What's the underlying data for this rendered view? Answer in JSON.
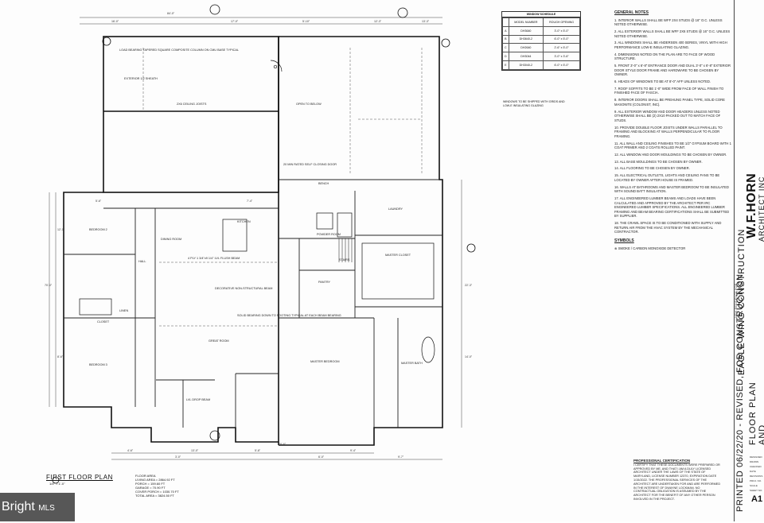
{
  "plan": {
    "title": "FIRST FLOOR PLAN",
    "scale": "1/4\" = 1'-0\"",
    "rooms": [
      {
        "id": "bedroom2",
        "label": "BEDROOM 2"
      },
      {
        "id": "bedroom3",
        "label": "BEDROOM 3"
      },
      {
        "id": "dining",
        "label": "DINING ROOM"
      },
      {
        "id": "kitchen",
        "label": "KITCHEN"
      },
      {
        "id": "great",
        "label": "GREAT ROOM"
      },
      {
        "id": "master_bed",
        "label": "MASTER BEDROOM"
      },
      {
        "id": "master_closet",
        "label": "MASTER CLOSET"
      },
      {
        "id": "master_bath",
        "label": "MASTER BATH"
      },
      {
        "id": "laundry",
        "label": "LAUNDRY"
      },
      {
        "id": "powder",
        "label": "POWDER ROOM"
      },
      {
        "id": "pantry",
        "label": "PANTRY"
      },
      {
        "id": "hall",
        "label": "HALL"
      },
      {
        "id": "closet",
        "label": "CLOSET"
      },
      {
        "id": "bench",
        "label": "BENCH"
      },
      {
        "id": "stairs",
        "label": "STAIRS"
      },
      {
        "id": "linen",
        "label": "LINEN"
      }
    ],
    "dimensions": [
      "84'-0\"",
      "16'-0\"",
      "17'-0\"",
      "5'-10\"",
      "12'-3\"",
      "13'-3\"",
      "5'-6\"",
      "7'-4\"",
      "14'-0\"",
      "22'-3\"",
      "70'-0\"",
      "12'-1\"",
      "8'-6\"",
      "20'-6\"",
      "4'-6\"",
      "13'-0\"",
      "5'-8\"",
      "6'-0\"",
      "9'-7\"",
      "9'-4\"",
      "3'-0\""
    ],
    "notes": [
      "2X6 CEILING JOISTS",
      "OPEN TO BELOW",
      "DECORATIVE NON-STRUCTURAL BEAM",
      "4 PLY 1 3/4\"x9 1/4\" LVL FLUSH BEAM",
      "LVL DROP BEAM",
      "LOAD BEARING TAPERED SQUARE COMPOSITE COLUMN ON CMU BASE TYPICAL",
      "EXTERIOR 1/2 SHEATH",
      "20 MIN RATED SELF CLOSING DOOR",
      "SOLID BEARING DOWN TO FOOTING TYPICAL AT EACH BEAM BEARING"
    ]
  },
  "window_schedule": {
    "title": "WINDOW SCHEDULE",
    "headers": [
      "MODEL NUMBER",
      "ROUGH OPENING"
    ],
    "rows": [
      {
        "mark": "A",
        "model": "DH3640",
        "opening": "3'-0\" x 5'-0\""
      },
      {
        "mark": "B",
        "model": "DH3640-2",
        "opening": "6'-0\" x 5'-0\""
      },
      {
        "mark": "C",
        "model": "DH2640",
        "opening": "2'-6\" x 5'-0\""
      },
      {
        "mark": "D",
        "model": "DH3044",
        "opening": "3'-0\" x 3'-6\""
      },
      {
        "mark": "E",
        "model": "DH3040-2",
        "opening": "6'-0\" x 5'-0\""
      }
    ],
    "footnote": "WINDOWS TO BE SHIPPED WITH GRIDS AND LOW-E INSULATING GLAZING"
  },
  "general_notes": {
    "title": "GENERAL NOTES",
    "items": [
      "1. INTERIOR WALLS SHALL BE WFF 2X4 STUDS @ 16\" O.C. UNLESS NOTED OTHERWISE.",
      "2. ALL EXTERIOR WALLS SHALL BE WFF 2X6 STUDS @ 16\" O.C. UNLESS NOTED OTHERWISE.",
      "3. ALL WINDOWS SHALL BE ANDERSEN 400 SERIES, VINYL WITH HIGH PERFORMANCE LOW-E INSULATING GLAZING.",
      "4. DIMENSIONS NOTED ON THE PLAN ARE TO FACE OF WOOD STRUCTURE.",
      "5. FRONT 3'-0\" x 6'-8\" ENTRANCE DOOR AND DUAL 3'-0\" x 6'-8\" EXTERIOR DOOR STYLE DOOR FRAME AND HARDWARE TO BE CHOSEN BY OWNER.",
      "6. HEADS OF WINDOWS TO BE AT 8'-0\" AFF UNLESS NOTED.",
      "7. ROOF SOFFITS TO BE 1'-0\" WIDE FROM FACE OF WALL FINISH TO FINISHED FACE OF FASCIA.",
      "8. INTERIOR DOORS SHALL BE PREHUNG PANEL TYPE, SOLID CORE MASONITE (COLONIST, INC).",
      "9. ALL EXTERIOR WINDOW AND DOOR HEADERS UNLESS NOTED OTHERWISE SHALL BE (2) 2X10 PACKED OUT TO MATCH FACE OF STUDS.",
      "10. PROVIDE DOUBLE FLOOR JOISTS UNDER WALLS PARALLEL TO FRAMING AND BLOCKING AT WALLS PERPENDICULAR TO FLOOR FRAMING.",
      "11. ALL WALL AND CEILING FINISHES TO BE 1/2\" GYPSUM BOARD WITH 1 COAT PRIMER AND 2 COATS ROLLED PAINT.",
      "12. ALL WINDOW AND DOOR MOULDINGS TO BE CHOSEN BY OWNER.",
      "13. ALL BASE MOULDINGS TO BE CHOSEN BY OWNER.",
      "14. ALL FLOORING TO BE CHOSEN BY OWNER.",
      "15. ALL ELECTRICAL OUTLETS, LIGHTS AND CEILING FANS TO BE LOCATED BY OWNER AFTER HOUSE IS FRAMED.",
      "16. WALLS AT BATHROOMS AND MASTER BEDROOM TO BE INSULATED WITH SOUND BATT INSULATION.",
      "17. ALL ENGINEERED LUMBER BEAMS AND LOADS HAVE BEEN CALCULATED AND APPROVED BY THE ARCHITECT PER IRC ENGINEERED LUMBER SPECIFICATIONS. ALL ENGINEERED LUMBER FRAMING AND BEAM BEARING CERTIFICATIONS SHALL BE SUBMITTED BY SUPPLIER.",
      "18. THE CRAWL SPACE IS TO BE CONDITIONED WITH SUPPLY AND RETURN AIR FROM THE HVAC SYSTEM BY THE MECHANICAL CONTRACTOR."
    ],
    "symbols_title": "SYMBOLS",
    "symbols": [
      "SMOKE / CARBON MONOXIDE DETECTOR"
    ]
  },
  "certification": {
    "title": "PROFESSIONAL CERTIFICATION",
    "text": "I CERTIFY THAT THESE DOCUMENTS WERE PREPARED OR APPROVED BY ME, AND THAT I AM A DULY LICENSED ARCHITECT UNDER THE LAWS OF THE STATE OF MARYLAND, LICENSE NUMBER 12370, EXPIRATION DATE 1/15/2022. THE PROFESSIONAL SERVICES OF THE ARCHITECT ARE UNDERTAKEN FOR AND ARE PERFORMED IN THE INTEREST OF DWAYNE LOCKMAN. NO CONTRACTUAL OBLIGATION IS ASSUMED BY THE ARCHITECT FOR THE BENEFIT OF ANY OTHER PERSON INVOLVED IN THE PROJECT."
  },
  "area": {
    "title": "FLOOR AREA",
    "lines": [
      "LIVING AREA = 2864.92 FT",
      "PORCH = 159.60 FT",
      "GARAGE = 70.90 FT",
      "COVER PORCH = 1030.70 FT",
      "TOTAL AREA = 3824.50 FT"
    ]
  },
  "title_block": {
    "firm": "W.F.HORN",
    "firm_sub": "ARCHITECT INC",
    "project": "EAGLE WING CONSTRUCTION",
    "project_sub": "NEW RESIDENCE FOR",
    "printed": "PRINTED 06/22/20 - REVISED, FOR CONSTRUCTION",
    "sheet_title_1": "FLOOR PLAN",
    "sheet_title_2": "AND",
    "fields": [
      "DESIGNED",
      "DRAWN",
      "CHECKED",
      "DATE",
      "REVISIONS",
      "PROJ. NO.",
      "SCALE",
      "SHEET NO."
    ],
    "sheet_number": "A1"
  },
  "watermark": {
    "brand": "Bright",
    "suffix": "MLS"
  }
}
